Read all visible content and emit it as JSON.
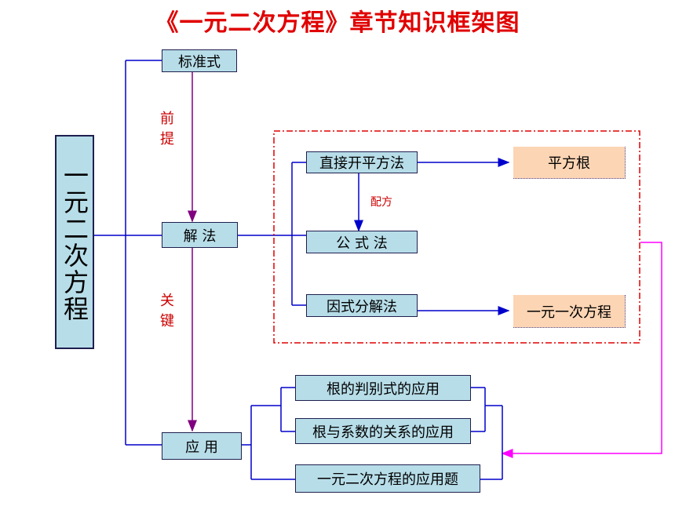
{
  "title": "《一元二次方程》章节知识框架图",
  "main_topic": "一元二次方程",
  "nodes": {
    "standard_form": "标准式",
    "solution_methods": "解 法",
    "application": "应 用",
    "direct_sqrt": "直接开平方法",
    "formula": "公  式  法",
    "factoring": "因式分解法",
    "square_root": "平方根",
    "linear_eq": "一元一次方程",
    "discriminant_app": "根的判别式的应用",
    "vieta_app": "根与系数的关系的应用",
    "word_problems": "一元二次方程的应用题"
  },
  "labels": {
    "premise_1": "前",
    "premise_2": "提",
    "key_1": "关",
    "key_2": "键",
    "complete_square": "配方"
  },
  "colors": {
    "title": "#e00000",
    "box_fill": "#b7dde8",
    "orange_fill": "#fcd5b4",
    "connector": "#0000cc",
    "arrow_purple": "#800080",
    "arrow_magenta": "#ff00ff",
    "dash_frame": "#e00000"
  }
}
